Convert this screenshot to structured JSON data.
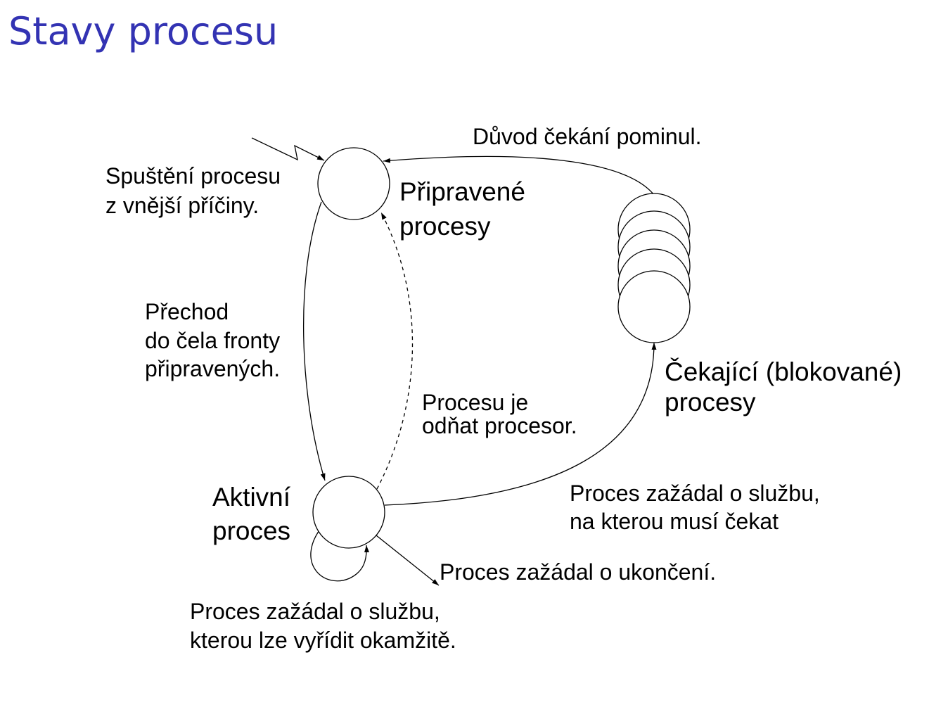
{
  "title": "Stavy procesu",
  "title_color": "#3333b3",
  "nodes": {
    "ready": {
      "label_line1": "Připravené",
      "label_line2": "procesy"
    },
    "active": {
      "label_line1": "Aktivní",
      "label_line2": "proces"
    },
    "waiting": {
      "label_line1": "Čekající (blokované)",
      "label_line2": "procesy"
    }
  },
  "edges": {
    "start": {
      "line1": "Spuštění procesu",
      "line2": "z vnější příčiny."
    },
    "dispatch": {
      "line1": "Přechod",
      "line2": "do čela fronty",
      "line3": "připravených."
    },
    "preempt": {
      "line1": "Procesu je",
      "line2": "odňat procesor."
    },
    "block": {
      "line1": "Proces zažádal o službu,",
      "line2": "na kterou musí čekat"
    },
    "wakeup": {
      "line1": "Důvod čekání pominul."
    },
    "terminate": {
      "line1": "Proces zažádal o ukončení."
    },
    "immediate": {
      "line1": "Proces zažádal o službu,",
      "line2": "kterou lze vyřídit okamžitě."
    }
  }
}
